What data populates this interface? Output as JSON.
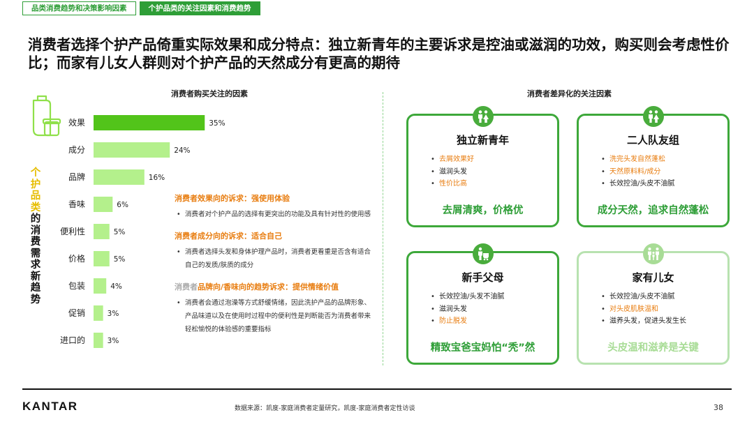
{
  "tabs": [
    "品类消费趋势和决策影响因素",
    "个护品类的关注因素和消费趋势"
  ],
  "title": "消费者选择个护产品倚重实际效果和成分特点：独立新青年的主要诉求是控油或滋润的功效，购买则会考虑性价比；而家有儿女人群则对个护产品的天然成分有更高的期待",
  "left_section_title": "消费者购买关注的因素",
  "right_section_title": "消费者差异化的关注因素",
  "vertical_label": {
    "green": "个护品类",
    "black": "的消费需求新趋势"
  },
  "chart_data": {
    "type": "bar",
    "orientation": "horizontal",
    "title": "消费者购买关注的因素",
    "categories": [
      "效果",
      "成分",
      "品牌",
      "香味",
      "便利性",
      "价格",
      "包装",
      "促销",
      "进口的"
    ],
    "values": [
      35,
      24,
      16,
      6,
      5,
      5,
      4,
      3,
      3
    ],
    "value_labels": [
      "35%",
      "24%",
      "16%",
      "6%",
      "5%",
      "5%",
      "4%",
      "3%",
      "3%"
    ],
    "highlight_color": "#52c41a",
    "bar_color": "#b4f08c",
    "grid": false
  },
  "claims": [
    {
      "title": "消费者效果向的诉求：强使用体验",
      "dim": "",
      "body": "消费者对个护产品的选择有更突出的功能及具有针对性的使用感"
    },
    {
      "title": "消费者成分向的诉求：适合自己",
      "dim": "",
      "body": "消费者选择头发和身体护理产品时，消费者更看重是否含有适合自己的发质/肤质的成分"
    },
    {
      "title": "消费者品牌向/香味向的趋势诉求：提供情绪价值",
      "dim": "消费者",
      "body": "消费者会通过泡澡等方式舒缓情绪，因此洗护产品的品牌形象、产品味道以及在使用时过程中的便利性是判断能否为消费者带来轻松愉悦的体验感的重要指标"
    }
  ],
  "cards": [
    {
      "name": "独立新青年",
      "icon": "couple-icon",
      "items": [
        {
          "text": "去屑效果好",
          "color": "orange"
        },
        {
          "text": "滋润头发",
          "color": "dark"
        },
        {
          "text": "性价比高",
          "color": "orange"
        }
      ],
      "summary": "去屑清爽，价格优"
    },
    {
      "name": "二人队友组",
      "icon": "couple-icon",
      "items": [
        {
          "text": "洗完头发自然蓬松",
          "color": "orange"
        },
        {
          "text": "天然原料料/成分",
          "color": "orange"
        },
        {
          "text": "长效控油/头皮不油腻",
          "color": "dark"
        }
      ],
      "summary": "成分天然，追求自然蓬松"
    },
    {
      "name": "新手父母",
      "icon": "parent-stroller-icon",
      "items": [
        {
          "text": "长效控油/头发不油腻",
          "color": "dark"
        },
        {
          "text": "滋润头发",
          "color": "dark"
        },
        {
          "text": "防止脱发",
          "color": "orange"
        }
      ],
      "summary": "精致宝爸宝妈怕“秃”然"
    },
    {
      "name": "家有儿女",
      "icon": "family-icon",
      "items": [
        {
          "text": "长效控油/头皮不油腻",
          "color": "dark"
        },
        {
          "text": "对头皮肌肤温和",
          "color": "orange"
        },
        {
          "text": "滋养头发，促进头发生长",
          "color": "dark"
        }
      ],
      "summary": "头皮温和滋养是关键"
    }
  ],
  "footer": {
    "logo": "KANTAR",
    "source": "数据来源：凯度-家庭消费者定量研究，凯度-家庭消费者定性访谈",
    "page": "38"
  }
}
